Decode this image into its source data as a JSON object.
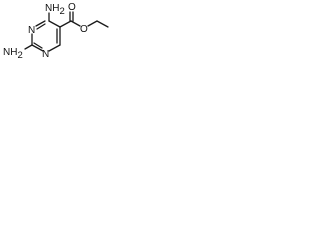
{
  "structure": {
    "atoms": {
      "amino_top_label": "NH",
      "amino_top_subscript": "2",
      "amino_left_label": "NH",
      "amino_left_subscript": "2",
      "ring_n_upper": "N",
      "ring_n_lower": "N",
      "carbonyl_o": "O",
      "ester_o": "O"
    },
    "colors": {
      "bond": "#1a1a1a",
      "text": "#111111",
      "background": "#ffffff"
    }
  }
}
